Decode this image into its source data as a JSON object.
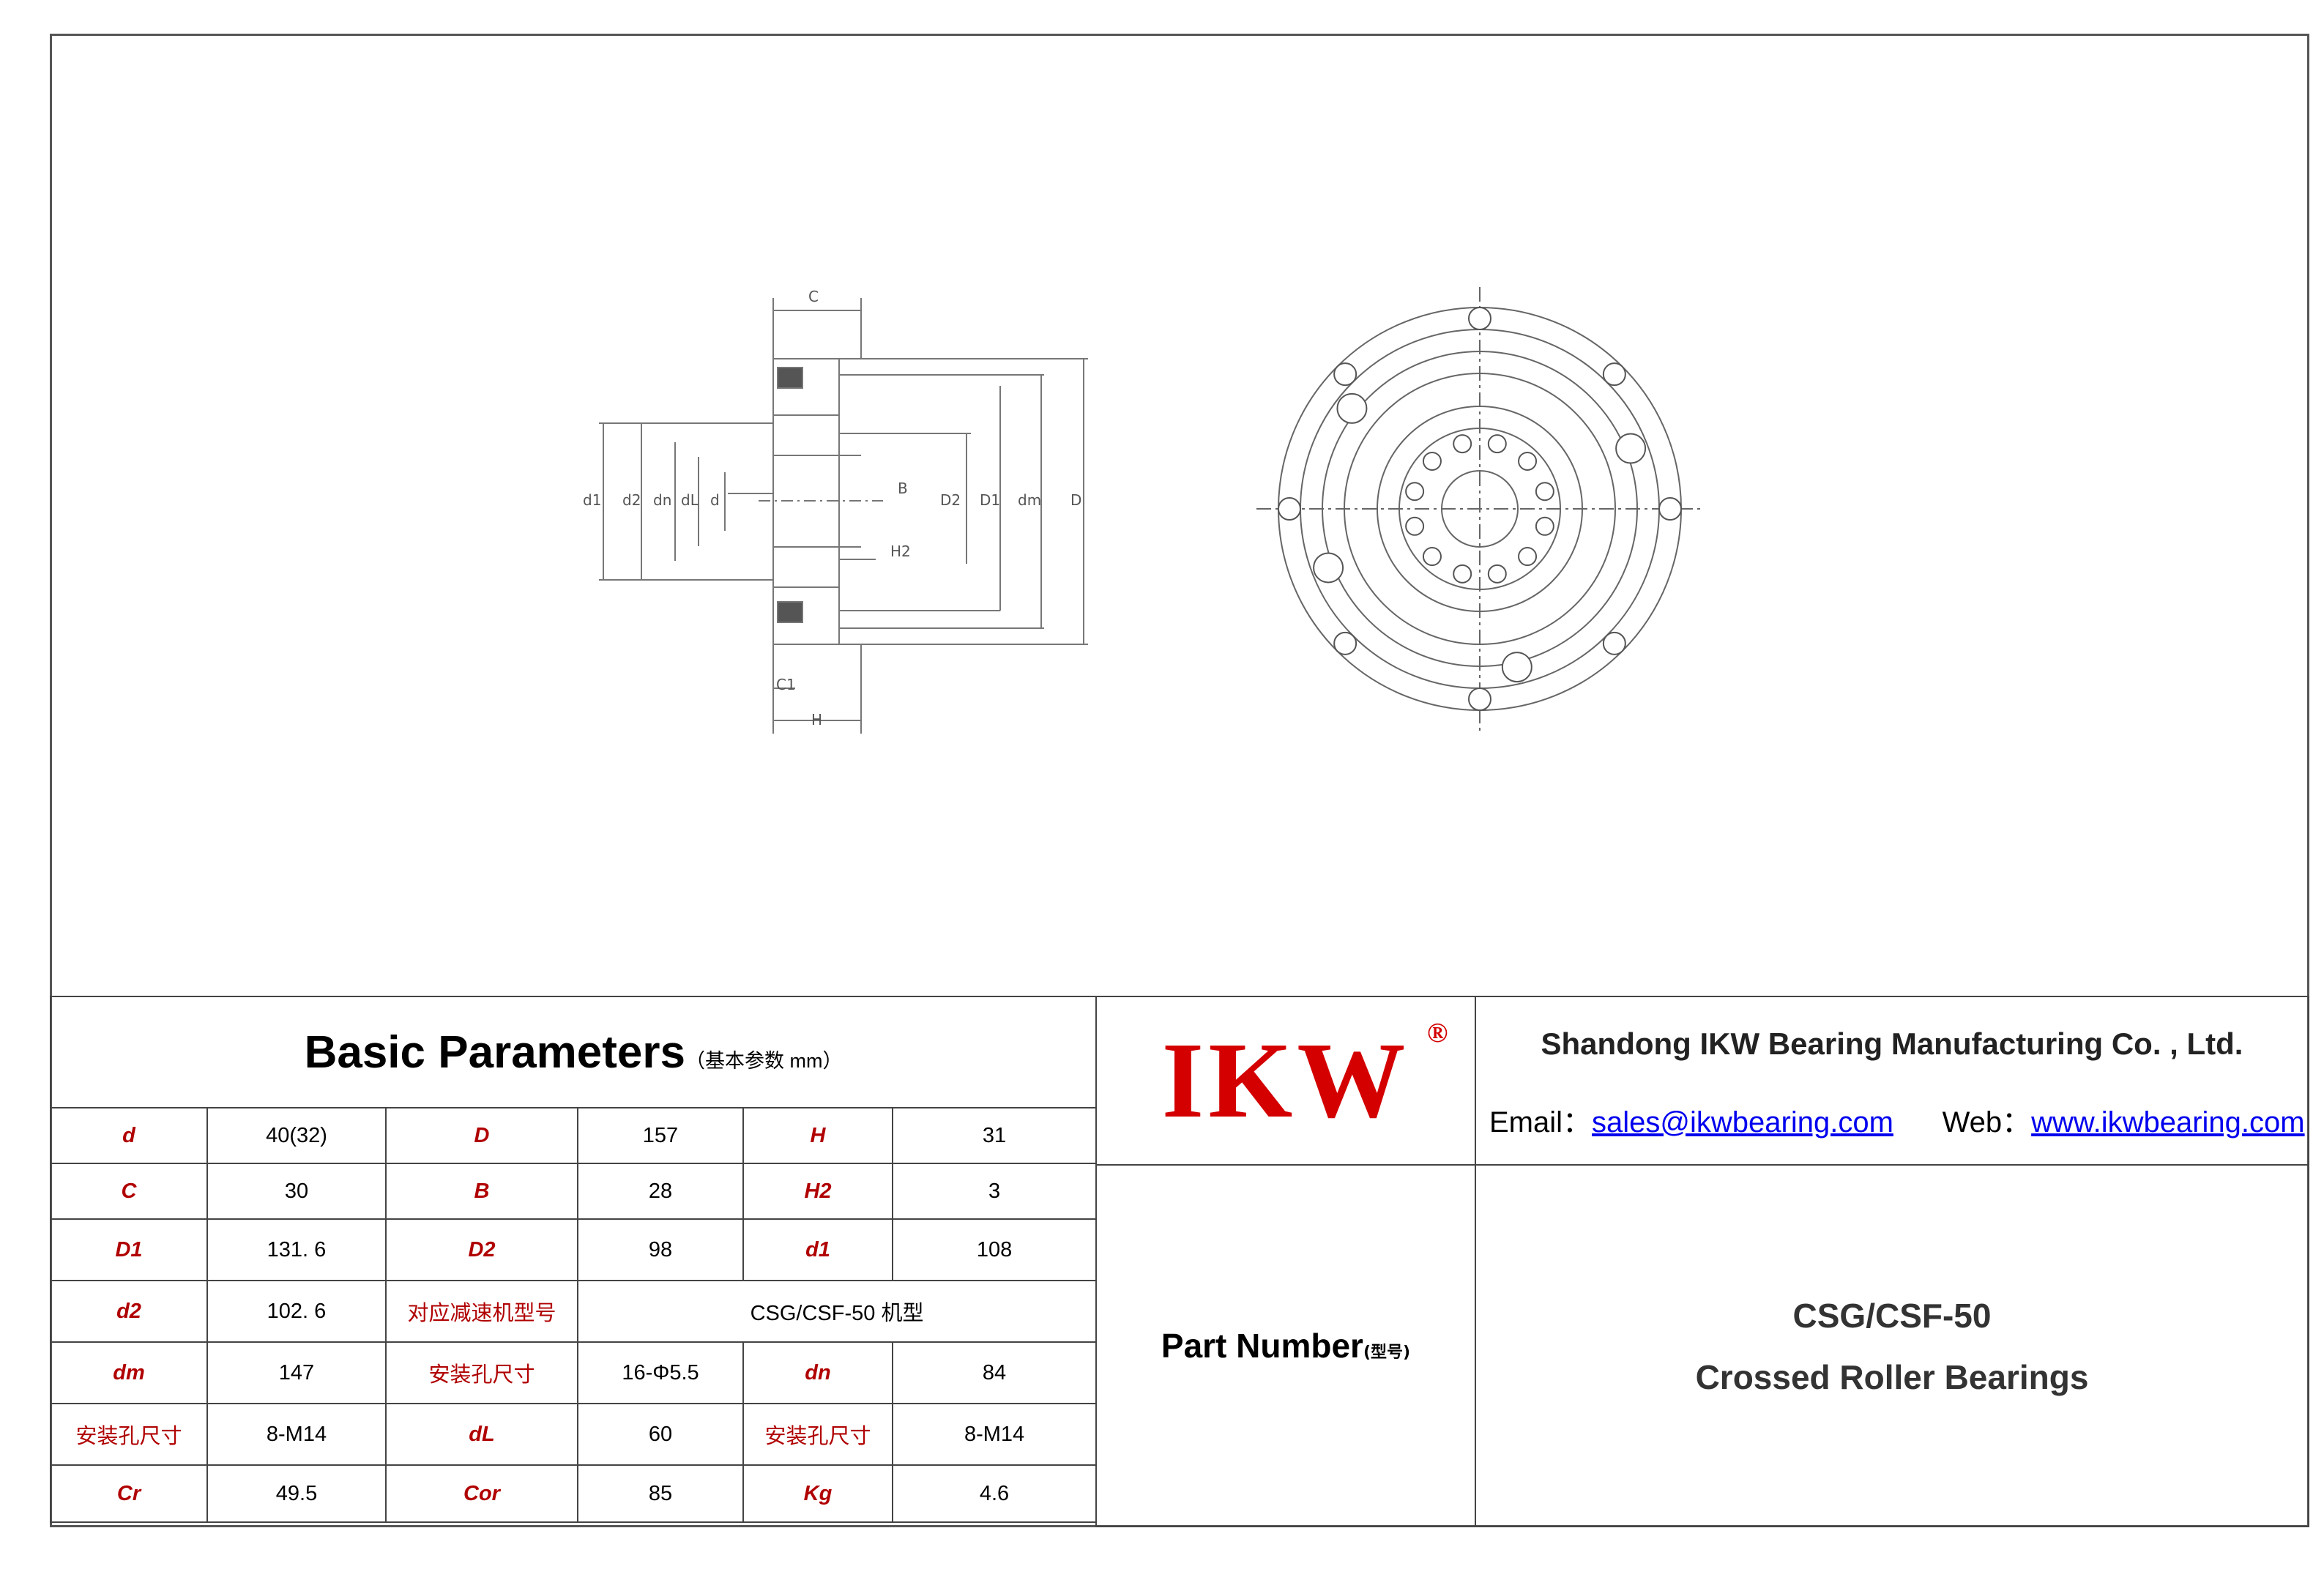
{
  "drawing": {
    "labels": {
      "c": "C",
      "c1": "C1",
      "h": "H",
      "b": "B",
      "h2": "H2",
      "d1": "d1",
      "d2": "d2",
      "dn": "dn",
      "dl": "dL",
      "d": "d",
      "D2": "D2",
      "D1": "D1",
      "dm": "dm",
      "D": "D"
    }
  },
  "basic_parameters": {
    "title": "Basic Parameters",
    "subtitle": "（基本参数 mm）",
    "rows": [
      [
        {
          "text": "d",
          "kind": "sym"
        },
        {
          "text": "40(32)",
          "kind": "val"
        },
        {
          "text": "D",
          "kind": "sym"
        },
        {
          "text": "157",
          "kind": "val"
        },
        {
          "text": "H",
          "kind": "sym"
        },
        {
          "text": "31",
          "kind": "val"
        }
      ],
      [
        {
          "text": "C",
          "kind": "sym"
        },
        {
          "text": "30",
          "kind": "val"
        },
        {
          "text": "B",
          "kind": "sym"
        },
        {
          "text": "28",
          "kind": "val"
        },
        {
          "text": "H2",
          "kind": "sym"
        },
        {
          "text": "3",
          "kind": "val"
        }
      ],
      [
        {
          "text": "D1",
          "kind": "sym"
        },
        {
          "text": "131. 6",
          "kind": "val"
        },
        {
          "text": "D2",
          "kind": "sym"
        },
        {
          "text": "98",
          "kind": "val"
        },
        {
          "text": "d1",
          "kind": "sym"
        },
        {
          "text": "108",
          "kind": "val"
        }
      ],
      [
        {
          "text": "d2",
          "kind": "sym"
        },
        {
          "text": "102. 6",
          "kind": "val"
        },
        {
          "text": "对应减速机型号",
          "kind": "zh"
        },
        {
          "text": "CSG/CSF-50 机型",
          "kind": "val-lg",
          "span": 3
        }
      ],
      [
        {
          "text": "dm",
          "kind": "sym"
        },
        {
          "text": "147",
          "kind": "val"
        },
        {
          "text": "安装孔尺寸",
          "kind": "zh"
        },
        {
          "text": "16-Φ5.5",
          "kind": "val-lg"
        },
        {
          "text": "dn",
          "kind": "sym"
        },
        {
          "text": "84",
          "kind": "val"
        }
      ],
      [
        {
          "text": "安装孔尺寸",
          "kind": "zh"
        },
        {
          "text": "8-M14",
          "kind": "val-lg"
        },
        {
          "text": "dL",
          "kind": "sym"
        },
        {
          "text": "60",
          "kind": "val"
        },
        {
          "text": "安装孔尺寸",
          "kind": "zh"
        },
        {
          "text": "8-M14",
          "kind": "val-lg"
        }
      ],
      [
        {
          "text": "Cr",
          "kind": "sym"
        },
        {
          "text": "49.5",
          "kind": "val"
        },
        {
          "text": "Cor",
          "kind": "sym"
        },
        {
          "text": "85",
          "kind": "val"
        },
        {
          "text": "Kg",
          "kind": "sym"
        },
        {
          "text": "4.6",
          "kind": "val"
        }
      ]
    ]
  },
  "logo": {
    "text": "IKW",
    "mark": "®",
    "color": "#d40000"
  },
  "company": {
    "name": "Shandong IKW Bearing Manufacturing Co. , Ltd.",
    "email_label": "Email：",
    "email": "sales@ikwbearing.com",
    "web_label": "Web：",
    "web": "www.ikwbearing.com"
  },
  "part_number": {
    "label": "Part Number",
    "label_zh": "(型号)",
    "code": "CSG/CSF-50",
    "type": "Crossed Roller Bearings"
  }
}
